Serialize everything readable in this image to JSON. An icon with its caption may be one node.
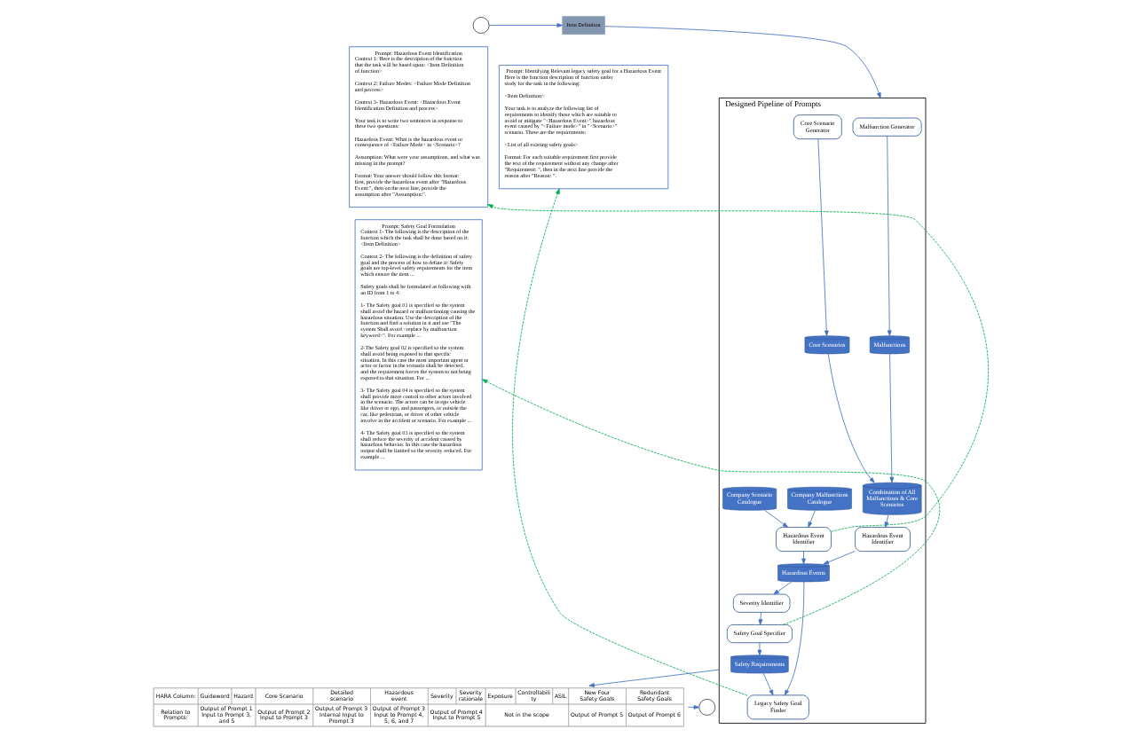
{
  "diagram": {
    "nodes": [
      {
        "text": [
          "Prompt: Hazardous Event Identification",
          "Context 1: Here is the description of the function that the task will be based upon: <Item Definition of function>",
          "Context 2: Failure Modes: <Failure Mode Definition and process>",
          "Context 3- Hazardous Event: <Hazardous Event Identification Definition and process>",
          "Your task is to write two sentences in response to these two questions:",
          "Hazardous Event: What is the hazardous event or consequence of <Failure Mode> in <Scenario>?",
          "Assumption: What were your assumptions, and what was missing in the prompt?",
          "Format: Your answer should follow this format: first, provide the hazardous event after \"Hazardous Event:\", then on the next line, provide the assumption after \"Assumption:\"."
        ]
      },
      {
        "text": [
          "Prompt: Safety Goal Formulation",
          "Context 1- The following is the description of the function which the task shall be done based on it: <Item Definition>",
          "Context 2- The following is the definition of safety goal and the process of how to define it: Safety goals are top-level safety requirements for the item which ensure the item ...",
          "Safety goals shall be formulated as following with an ID from 1 to 4:",
          "1- The Safety goal 01 is specified so the system shall avoid the hazard or malfunctioning causing the hazardous situation. Use the description of the function and find a solution in it and use \"The system Shall avoid <replace by malfunction keyword>\". For example ...",
          "2-The Safety goal 02 is specified so the system shall avoid being exposed to that specific situation. In this case the most important agent or actor or factor in the scenario shall be detected, and the requirement forces the system to not being exposed to that situation. For ...",
          "3- The Safety goal 04 is specified so the system shall provide more control to other actors involved in the scenario. The actors can be in ego vehicle like driver or ego, and passengers, or outside the car, like pedestrian, or driver of other vehicle involve in the accident or scenario. For example ...",
          "4- The Safety goal 03 is specified so the system shall reduce the severity of accident caused by hazardous behavior. In this case the hazardous output shall be limited so the severity reduced. For example ..."
        ]
      },
      {
        "text": [],
        "shape": "person"
      },
      {
        "text": [
          "Item Definition"
        ]
      },
      {
        "text": [
          "Designed Pipeline of Prompts"
        ]
      },
      {
        "text": [
          "Malfunction Generator"
        ],
        "in": 4
      },
      {
        "text": [
          "Core Scenario Generator"
        ],
        "in": 4
      },
      {
        "text": [
          "Company Malfunctions Catalogue"
        ],
        "in": 4
      },
      {
        "text": [
          "Company Scenario Catalogue"
        ],
        "in": 4
      },
      {
        "text": [
          "Malfunctions"
        ],
        "in": 4
      },
      {
        "text": [
          "Core Scenarios"
        ],
        "in": 4
      },
      {
        "text": [
          "Hazardous Event Identifier"
        ],
        "in": 4
      },
      {
        "text": [
          "Hazardous Event Identifier"
        ],
        "in": 4
      },
      {
        "text": [
          "Combination of All Malfunctions & Core Scenarios"
        ],
        "in": 4
      },
      {
        "text": [
          "Hazardous Events"
        ],
        "in": 4
      },
      {
        "text": [
          "Severity Identifier"
        ],
        "in": 4
      },
      {
        "text": [
          "Safety Goal Specifier"
        ],
        "in": 4
      },
      {
        "text": [
          "Legacy Safety Goal Finder"
        ],
        "in": 4
      },
      {
        "text": [
          "Safety Requirements"
        ],
        "in": 4
      },
      {
        "text": [
          "Prompt: Identifying Relevant legacy safety goal for a Hazardous Event",
          "Here is the function description of function under study for the task in the following:",
          "<Item Definition>",
          "Your task is to analyze the following list of requirements to identify those which are suitable to avoid or mitigate \"<Hazardous Event>\" hazardous event caused by \"<Failure mode>\" in \"<Scenario>\" scenario. These are the requirements:",
          "<List of all existing safety goals>",
          "Format: For each suitable requirement first provide the text of the requirement without any change after \"Requirement: \", then in the next line provide the reason after \"Reason: \"."
        ]
      },
      {
        "text": [
          "HARA Column:",
          "Guideword",
          "Hazard",
          "Core Scenario",
          "Detailed scenario",
          "Hazardous event",
          "Severity",
          "Severity rationale",
          "Exposure",
          "Controllability",
          "ASIL",
          "New Four Safety Goals",
          "Redundant Safety Goals",
          "Relation to Prompts:",
          "Output of Prompt 1 Input to Prompt 3, and 5",
          "Output of Prompt 2 Input to Prompt 3",
          "Output of Prompt 3 Internal Input to Prompt 3",
          "Output of Prompt 3 Input to Prompt 4, 5, 6, and 7",
          "Output of Prompt 4 Input to Prompt 5",
          "Not in the scope",
          "Output of Prompt 5",
          "Output of Prompt 6"
        ]
      },
      {
        "text": [],
        "shape": "person"
      }
    ],
    "edges": [
      {
        "from": 2,
        "to": 3,
        "arrow": "to"
      },
      {
        "from": 3,
        "to": 4,
        "arrow": "to"
      },
      {
        "from": 5,
        "to": 9,
        "arrow": "to"
      },
      {
        "from": 6,
        "to": 10,
        "arrow": "to"
      },
      {
        "from": 9,
        "to": 13,
        "arrow": "to"
      },
      {
        "from": 10,
        "to": 13,
        "arrow": "to"
      },
      {
        "from": 7,
        "to": 11,
        "arrow": "to"
      },
      {
        "from": 8,
        "to": 11,
        "arrow": "to"
      },
      {
        "from": 13,
        "to": 12,
        "arrow": "to"
      },
      {
        "from": 11,
        "to": 14,
        "arrow": "to"
      },
      {
        "from": 12,
        "to": 14,
        "arrow": "to"
      },
      {
        "from": 14,
        "to": 15,
        "arrow": "to"
      },
      {
        "from": 14,
        "to": 17,
        "arrow": "to"
      },
      {
        "from": 15,
        "to": 16,
        "arrow": "to"
      },
      {
        "from": 16,
        "to": 18,
        "arrow": "to"
      },
      {
        "from": 18,
        "to": 17,
        "arrow": "to"
      },
      {
        "from": 11,
        "to": 0,
        "arrow": "to",
        "style": "dashed",
        "color": "#00b050"
      },
      {
        "from": 16,
        "to": 1,
        "arrow": "to",
        "style": "dashed",
        "color": "#00b050"
      },
      {
        "from": 17,
        "to": 19,
        "arrow": "to",
        "style": "dashed",
        "color": "#00b050"
      },
      {
        "from": 4,
        "to": 20,
        "arrow": "to"
      },
      {
        "from": 20,
        "to": 21,
        "arrow": "to"
      }
    ]
  }
}
